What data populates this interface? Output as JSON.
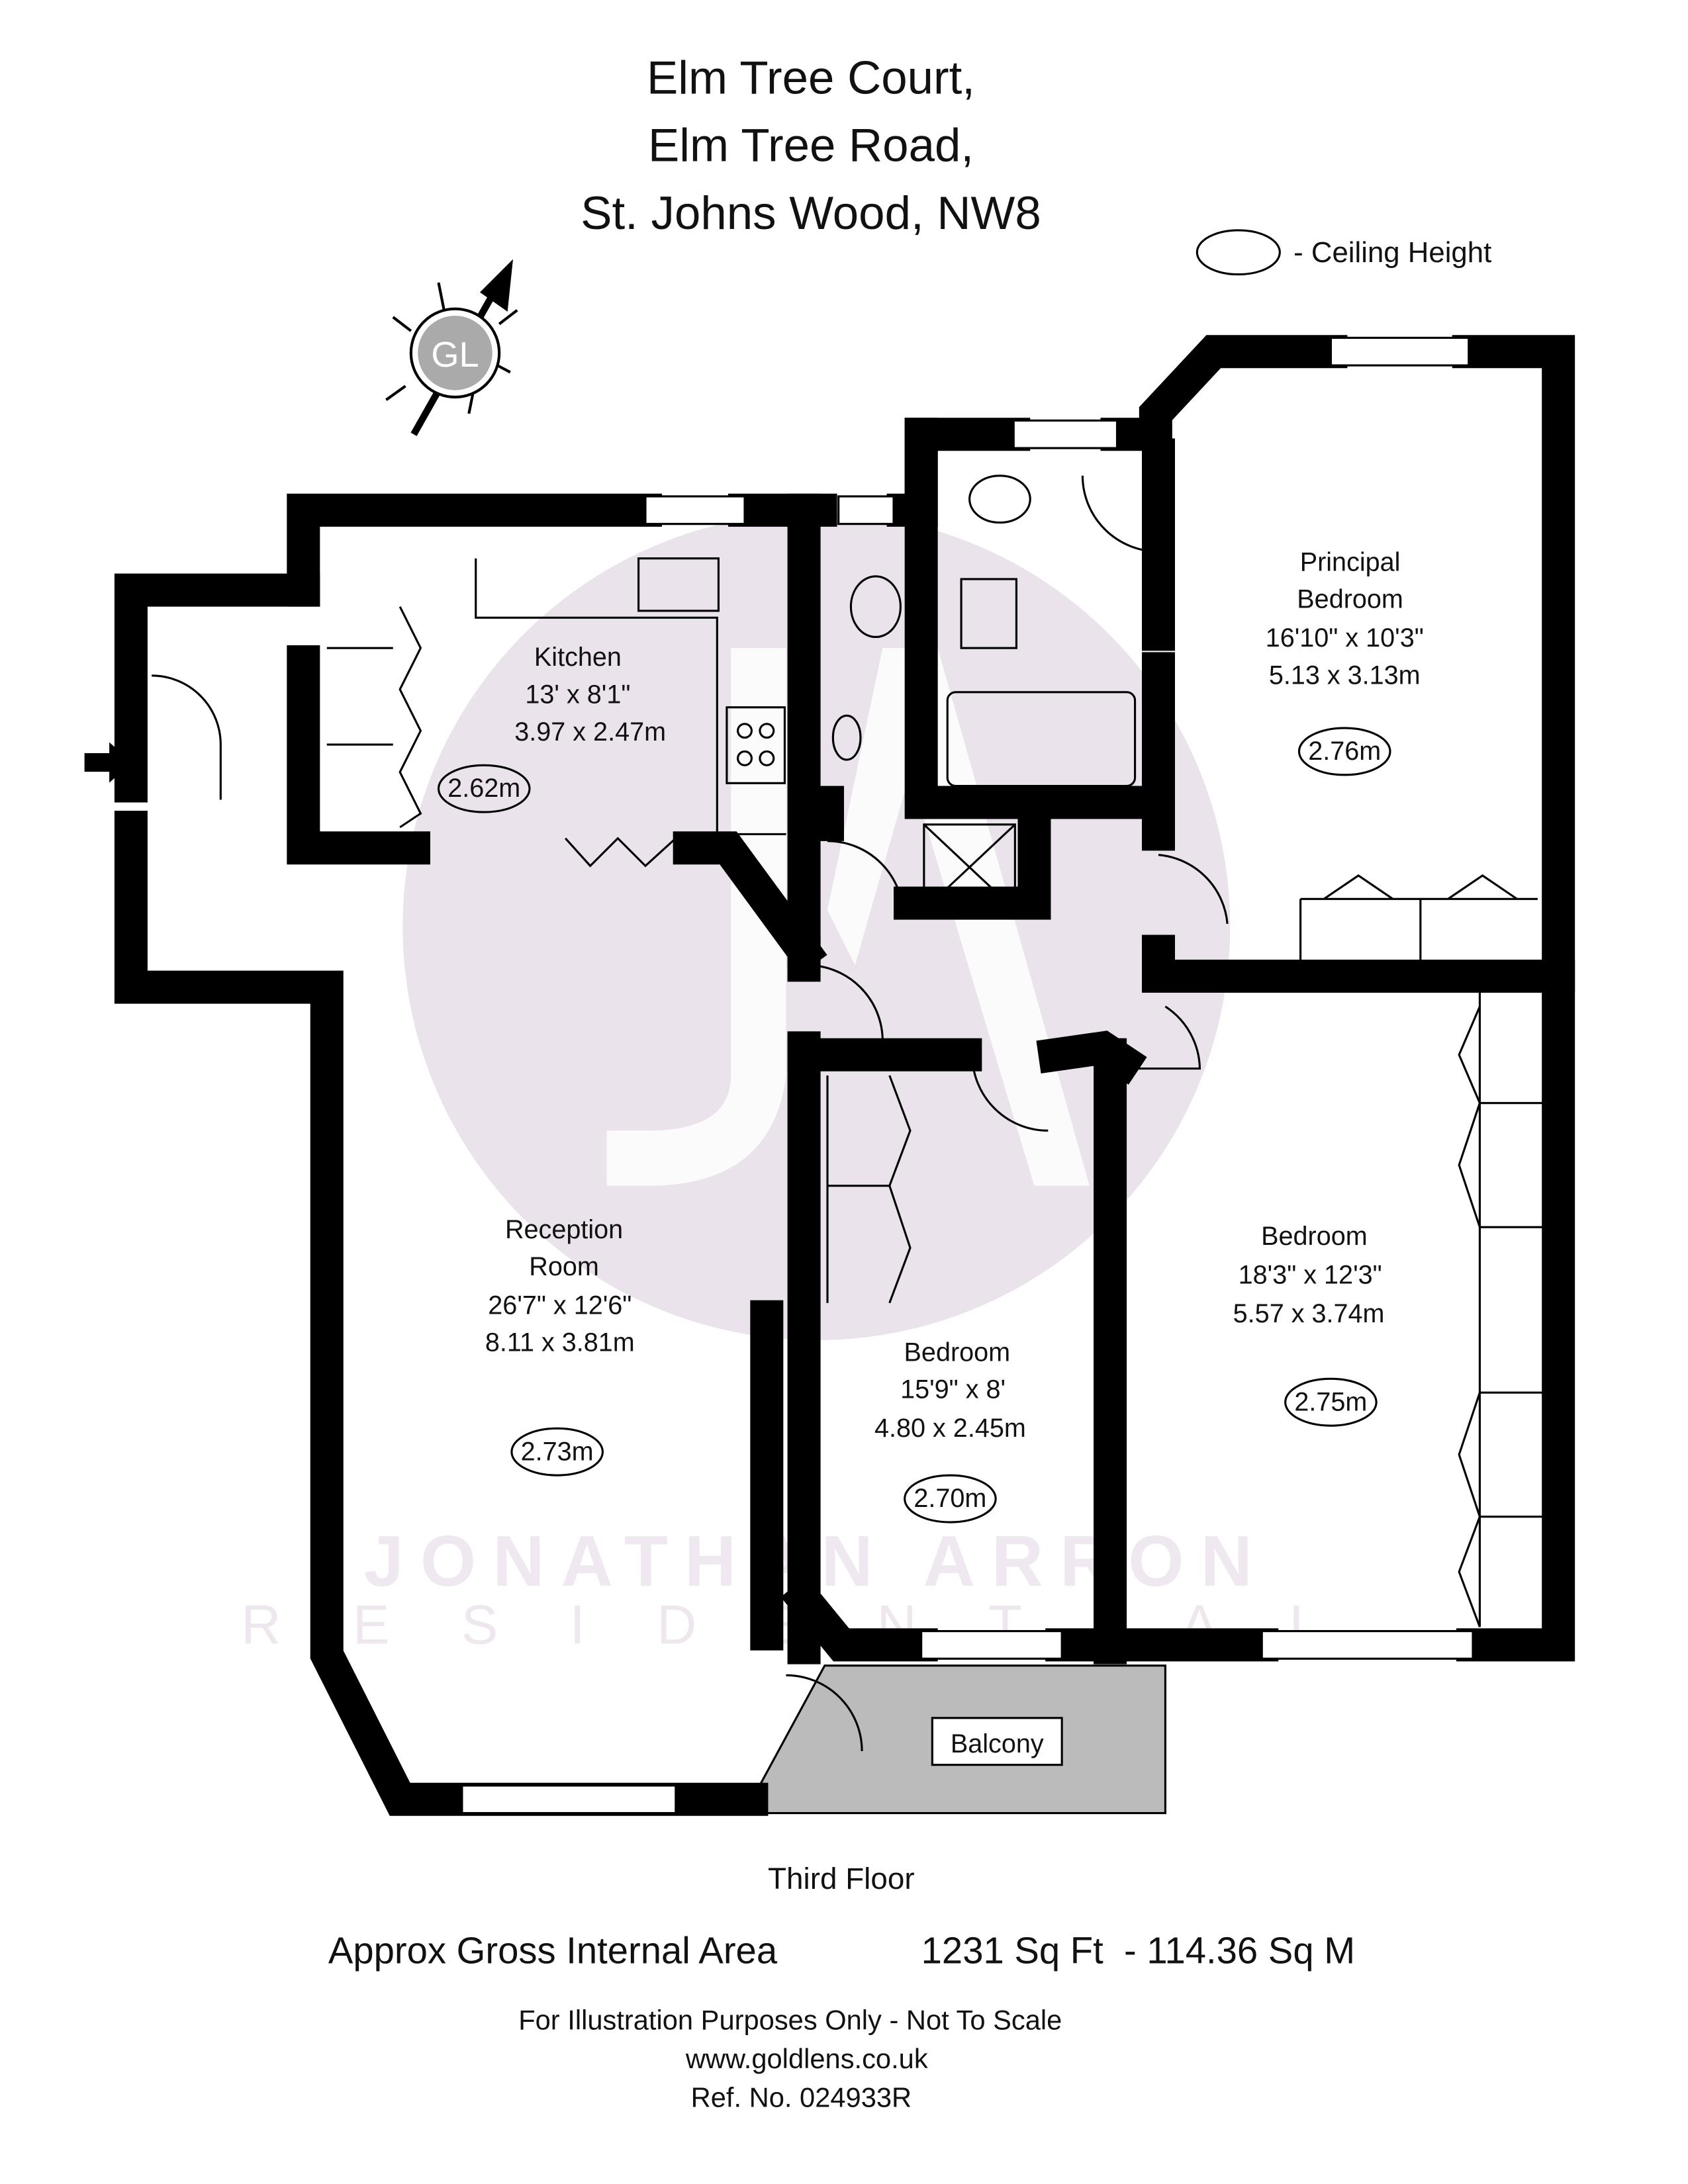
{
  "header": {
    "address_line1": "Elm Tree Court,",
    "address_line2": "Elm Tree Road,",
    "address_line3": "St. Johns Wood, NW8"
  },
  "legend": {
    "label": "- Ceiling Height"
  },
  "compass": {
    "logo": "GL",
    "icon": "compass-north-arrow-icon"
  },
  "watermark": {
    "line1": "JONATHAN ARRON",
    "line2": "RESIDENTIAL",
    "monogram": "JA",
    "color": "#ebe3ec"
  },
  "rooms": {
    "kitchen": {
      "name": "Kitchen",
      "imperial": "13' x 8'1\"",
      "metric": "3.97 x 2.47m",
      "ceiling": "2.62m"
    },
    "principal": {
      "name1": "Principal",
      "name2": "Bedroom",
      "imperial": "16'10\" x 10'3\"",
      "metric": "5.13 x 3.13m",
      "ceiling": "2.76m"
    },
    "reception": {
      "name1": "Reception",
      "name2": "Room",
      "imperial": "26'7\" x 12'6\"",
      "metric": "8.11 x 3.81m",
      "ceiling": "2.73m"
    },
    "bedroom2": {
      "name": "Bedroom",
      "imperial": "15'9\" x 8'",
      "metric": "4.80 x 2.45m",
      "ceiling": "2.70m"
    },
    "bedroom3": {
      "name": "Bedroom",
      "imperial": "18'3\" x 12'3\"",
      "metric": "5.57 x 3.74m",
      "ceiling": "2.75m"
    },
    "balcony": {
      "name": "Balcony"
    }
  },
  "footer": {
    "floor": "Third Floor",
    "area_label": "Approx Gross Internal Area",
    "area_value": "1231 Sq Ft  - 114.36 Sq M",
    "disclaimer": "For Illustration Purposes Only - Not To Scale",
    "website": "www.goldlens.co.uk",
    "ref": "Ref. No. 024933R"
  }
}
